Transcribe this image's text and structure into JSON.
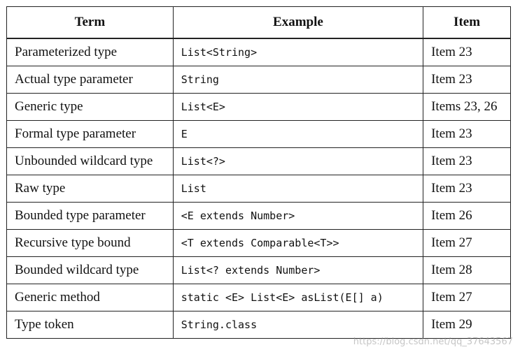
{
  "headers": [
    "Term",
    "Example",
    "Item"
  ],
  "rows": [
    {
      "term": "Parameterized type",
      "example": "List<String>",
      "item": "Item 23"
    },
    {
      "term": "Actual type parameter",
      "example": "String",
      "item": "Item 23"
    },
    {
      "term": "Generic type",
      "example": "List<E>",
      "item": "Items 23, 26"
    },
    {
      "term": "Formal type parameter",
      "example": "E",
      "item": "Item 23"
    },
    {
      "term": "Unbounded wildcard type",
      "example": "List<?>",
      "item": "Item 23"
    },
    {
      "term": "Raw type",
      "example": "List",
      "item": "Item 23"
    },
    {
      "term": "Bounded type parameter",
      "example": "<E extends Number>",
      "item": "Item 26"
    },
    {
      "term": "Recursive type bound",
      "example": "<T extends Comparable<T>>",
      "item": "Item 27"
    },
    {
      "term": "Bounded wildcard type",
      "example": "List<? extends Number>",
      "item": "Item 28"
    },
    {
      "term": "Generic method",
      "example": "static <E> List<E> asList(E[] a)",
      "item": "Item 27"
    },
    {
      "term": "Type token",
      "example": "String.class",
      "item": "Item 29"
    }
  ],
  "watermark": "https://blog.csdn.net/qq_37643567"
}
